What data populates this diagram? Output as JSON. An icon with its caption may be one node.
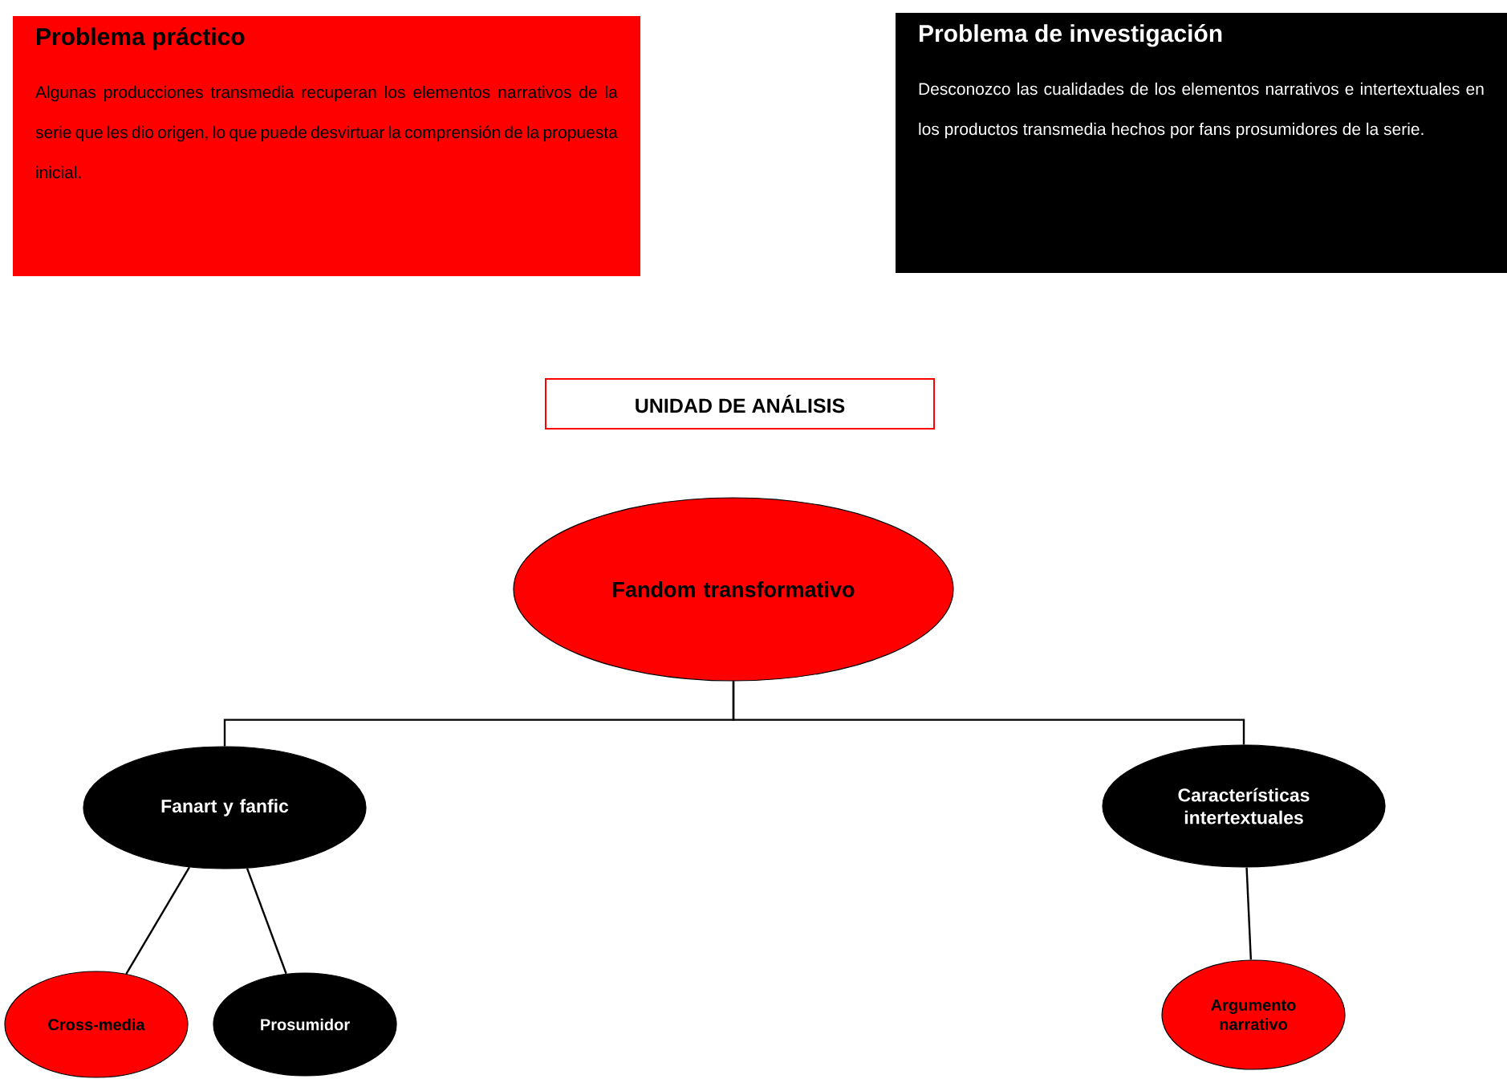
{
  "diagram": {
    "nodes": [
      {
        "text": [
          "Problema práctico",
          "Algunas producciones transmedia recuperan los elementos narrativos de la serie que les dio origen, lo que puede desvirtuar la comprensión de la propuesta inicial."
        ]
      },
      {
        "text": [
          "Problema de investigación",
          "Desconozco las cualidades de los elementos narrativos e intertextuales en los productos transmedia hechos por fans prosumidores de la serie."
        ]
      },
      {
        "text": [
          "UNIDAD DE ANÁLISIS"
        ]
      },
      {
        "text": [
          "Fandom transformativo"
        ]
      },
      {
        "text": [
          "Fanart y fanfic"
        ]
      },
      {
        "text": [
          "Características intertextuales"
        ]
      },
      {
        "text": [
          "Cross-media"
        ]
      },
      {
        "text": [
          "Prosumidor"
        ]
      },
      {
        "text": [
          "Argumento narrativo"
        ]
      }
    ],
    "edges": [
      {
        "from": 3,
        "to": 4,
        "arrow": "none"
      },
      {
        "from": 3,
        "to": 5,
        "arrow": "none"
      },
      {
        "from": 4,
        "to": 6,
        "arrow": "none"
      },
      {
        "from": 4,
        "to": 7,
        "arrow": "none"
      },
      {
        "from": 5,
        "to": 8,
        "arrow": "none"
      }
    ]
  }
}
